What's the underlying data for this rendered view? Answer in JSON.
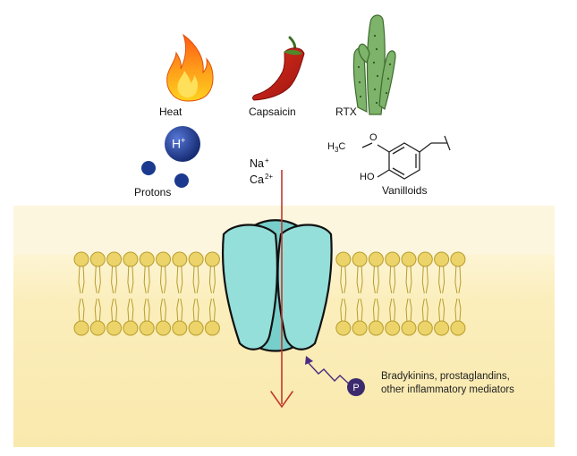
{
  "stimuli": {
    "heat": "Heat",
    "capsaicin": "Capsaicin",
    "rtx": "RTX",
    "protons": "Protons",
    "proton_symbol": "H",
    "proton_charge": "+",
    "vanilloids": "Vanilloids"
  },
  "vanilloid_structure": {
    "methoxy": "H",
    "methoxy_sub": "3",
    "methoxy_c": "C",
    "oxygen": "O",
    "hydroxyl": "HO"
  },
  "ions": {
    "sodium": "Na",
    "sodium_charge": "+",
    "calcium": "Ca",
    "calcium_charge": "2+"
  },
  "phosphorylation": {
    "badge": "P",
    "mediators": "Bradykinins, prostaglandins, other inflammatory mediators"
  },
  "colors": {
    "membrane_fill": "#fbeeb6",
    "lipid_head": "#ecd46a",
    "lipid_head_stroke": "#b79d2d",
    "channel_fill": "#8fdad6",
    "arrow": "#c0392b",
    "p_badge": "#3b2a6e",
    "proton": "#1b3a8f"
  }
}
